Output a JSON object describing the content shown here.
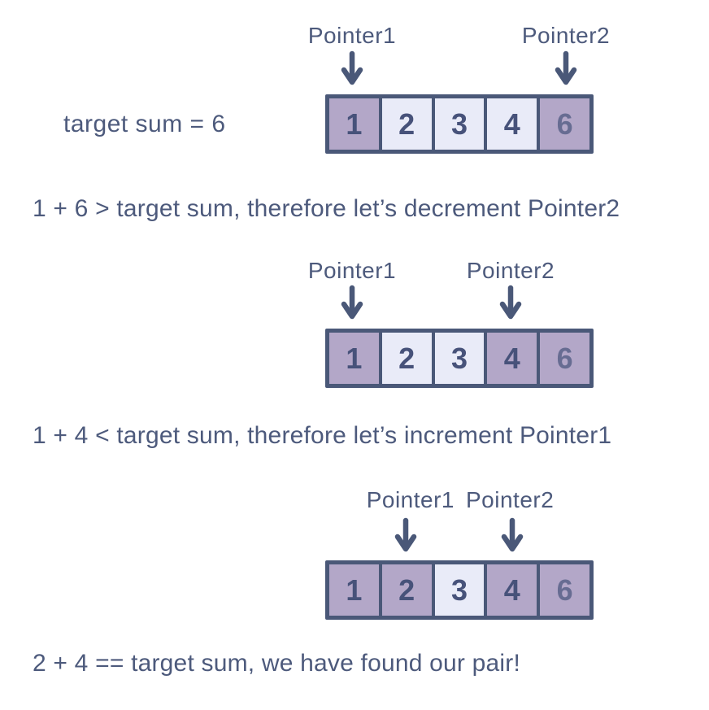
{
  "colors": {
    "ink": "#4d5a7c",
    "cell_active": "#b3a7c8",
    "cell_inactive": "#e9ebf8",
    "cell_border": "#4a5878"
  },
  "target_sum_label": "target sum = 6",
  "steps": [
    {
      "pointer1_label": "Pointer1",
      "pointer2_label": "Pointer2",
      "cells": [
        {
          "value": "1",
          "highlighted": true
        },
        {
          "value": "2",
          "highlighted": false
        },
        {
          "value": "3",
          "highlighted": false
        },
        {
          "value": "4",
          "highlighted": false
        },
        {
          "value": "6",
          "highlighted": true,
          "muted": true
        }
      ],
      "caption": "1 + 6 > target sum, therefore let’s decrement Pointer2"
    },
    {
      "pointer1_label": "Pointer1",
      "pointer2_label": "Pointer2",
      "cells": [
        {
          "value": "1",
          "highlighted": true
        },
        {
          "value": "2",
          "highlighted": false
        },
        {
          "value": "3",
          "highlighted": false
        },
        {
          "value": "4",
          "highlighted": true
        },
        {
          "value": "6",
          "highlighted": true,
          "muted": true
        }
      ],
      "caption": "1 + 4 < target sum, therefore let’s increment Pointer1"
    },
    {
      "pointer1_label": "Pointer1",
      "pointer2_label": "Pointer2",
      "cells": [
        {
          "value": "1",
          "highlighted": true
        },
        {
          "value": "2",
          "highlighted": true
        },
        {
          "value": "3",
          "highlighted": false
        },
        {
          "value": "4",
          "highlighted": true
        },
        {
          "value": "6",
          "highlighted": true,
          "muted": true
        }
      ],
      "caption": "2 + 4 == target sum, we have found our pair!"
    }
  ]
}
